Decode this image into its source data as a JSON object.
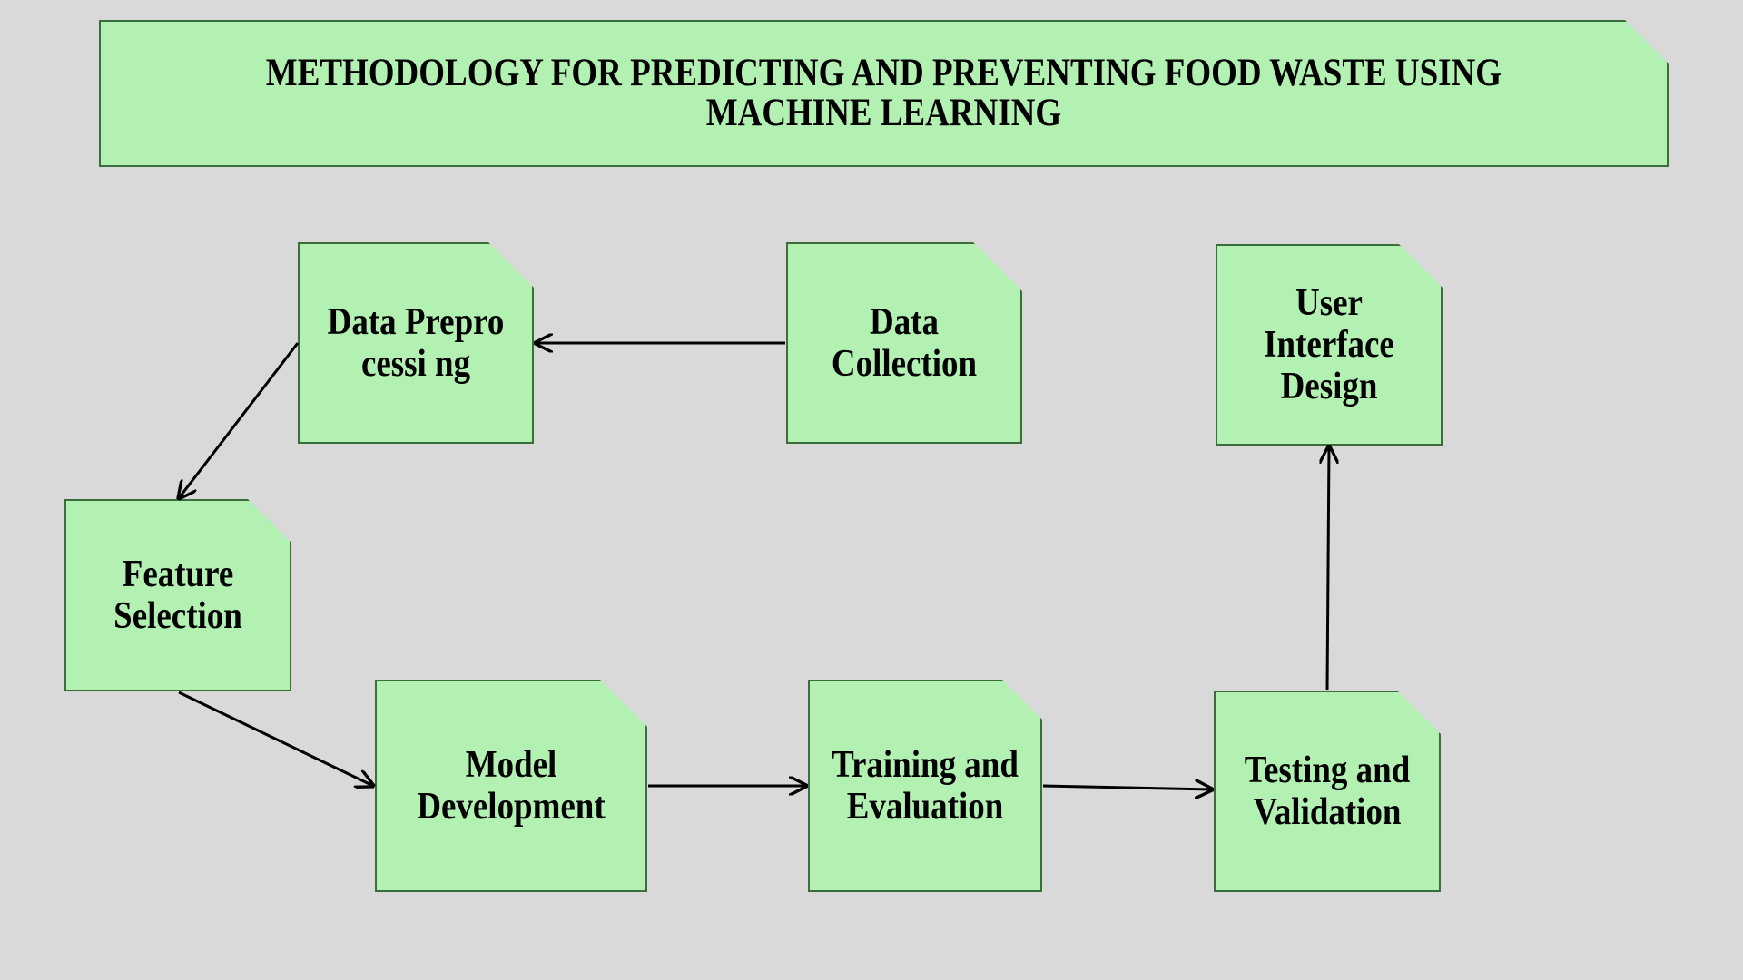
{
  "title": "METHODOLOGY FOR PREDICTING AND PREVENTING FOOD WASTE USING\nMACHINE LEARNING",
  "nodes": {
    "data_preprocessing": "Data Preprocessi ng",
    "data_collection": "Data Collection",
    "user_interface_design": "User Interface Design",
    "feature_selection": "Feature Selection",
    "model_development": "Model Development",
    "training_evaluation": "Training and Evaluation",
    "testing_validation": "Testing and Validation"
  },
  "colors": {
    "background": "#d9d9d9",
    "node_fill": "#b3f1b3",
    "node_border": "#3b6e3b",
    "fold": "#2e6b2e",
    "arrow": "#000000"
  }
}
